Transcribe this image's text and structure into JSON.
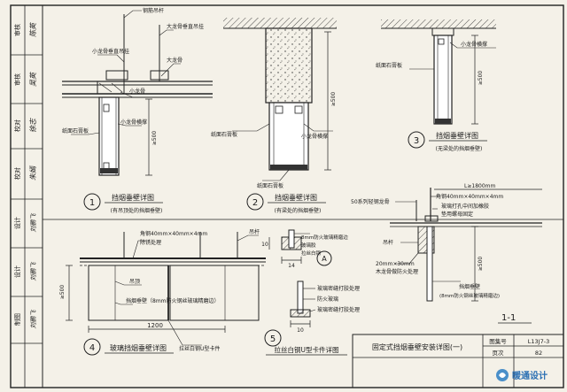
{
  "sidebar": {
    "rows": [
      {
        "label": "审核",
        "sign": "陈英"
      },
      {
        "label": "审核",
        "sign": "吴英"
      },
      {
        "label": "校对",
        "sign": "徐志"
      },
      {
        "label": "校对",
        "sign": "朱嫣"
      },
      {
        "label": "设计",
        "sign": "刘鹏飞"
      },
      {
        "label": "设计",
        "sign": "刘鹏飞"
      },
      {
        "label": "制图",
        "sign": "刘鹏飞"
      }
    ]
  },
  "details": {
    "d1": {
      "number": "1",
      "title": "挡烟垂壁详图",
      "subtitle": "(有吊顶处的挡烟垂壁)",
      "labels": {
        "steel_rod": "钢筋吊杆",
        "large_keel_hanger": "大龙骨垂直吊挂",
        "small_keel_hanger": "小龙骨垂直吊挂",
        "large_keel": "大龙骨",
        "small_keel": "小龙骨",
        "small_keel_brace": "小龙骨横撑",
        "gypsum_board": "纸面石膏板",
        "dim": "≥500"
      }
    },
    "d2": {
      "number": "2",
      "title": "挡烟垂壁详图",
      "subtitle": "(有梁处的挡烟垂壁)",
      "labels": {
        "gypsum_board_a": "纸面石膏板",
        "small_keel_brace": "小龙骨横撑",
        "gypsum_board_b": "纸面石膏板",
        "dim": "≥500"
      }
    },
    "d3": {
      "number": "3",
      "title": "挡烟垂壁详图",
      "subtitle": "(无梁处的挡烟垂壁)",
      "labels": {
        "small_keel_brace": "小龙骨横撑",
        "gypsum_board": "纸面石膏板",
        "dim": "≥500"
      }
    },
    "d4": {
      "number": "4",
      "title": "玻璃挡烟垂壁详图",
      "labels": {
        "angle_steel": "角钢40mm×40mm×4mm",
        "rust": "除锈处理",
        "hanger_rod": "吊杆",
        "ceiling": "吊顶",
        "smoke_wall": "挡烟垂壁（8mm防火钢丝玻璃精磨边）",
        "u_clip": "拉丝白钢U型卡件",
        "dim_span": "1200",
        "dim_height": "≥500"
      }
    },
    "d5": {
      "number": "5",
      "title": "拉丝白钢U型卡件详图",
      "labels": {
        "glass_8mm": "8mm防火玻璃精磨边",
        "glue": "玻璃胶",
        "steel_u": "拉丝白钢",
        "glass_glue": "玻璃密缝打胶处理",
        "fire_glass": "防火玻璃",
        "glass_glue_b": "玻璃密缝打胶处理",
        "dim_10": "10",
        "dim_14": "14",
        "dim_10b": "10",
        "section_mark": "A"
      }
    },
    "d11": {
      "number": "1-1",
      "labels": {
        "series_keel": "50系列轻钢龙骨",
        "angle_steel": "角钢40mm×40mm×4mm",
        "glass_fix": "玻璃打孔中间加橡胶",
        "bolt": "垫用螺母固定",
        "rod": "吊杆",
        "wood_keel": "20mm×30mm",
        "wood_treat": "木龙骨做防火处理",
        "wall_glass": "挡烟垂壁",
        "wall_glass_note": "(8mm防火钢丝玻璃精磨边)",
        "dim_top": "L≥1800mm",
        "dim_height": "≥500"
      }
    }
  },
  "titleblock": {
    "title": "固定式挡烟垂壁安装详图(一)",
    "atlas_label": "图集号",
    "atlas_value": "L13J7-3",
    "page_label": "页次",
    "page_value": "82"
  },
  "watermark": "暖通设计"
}
